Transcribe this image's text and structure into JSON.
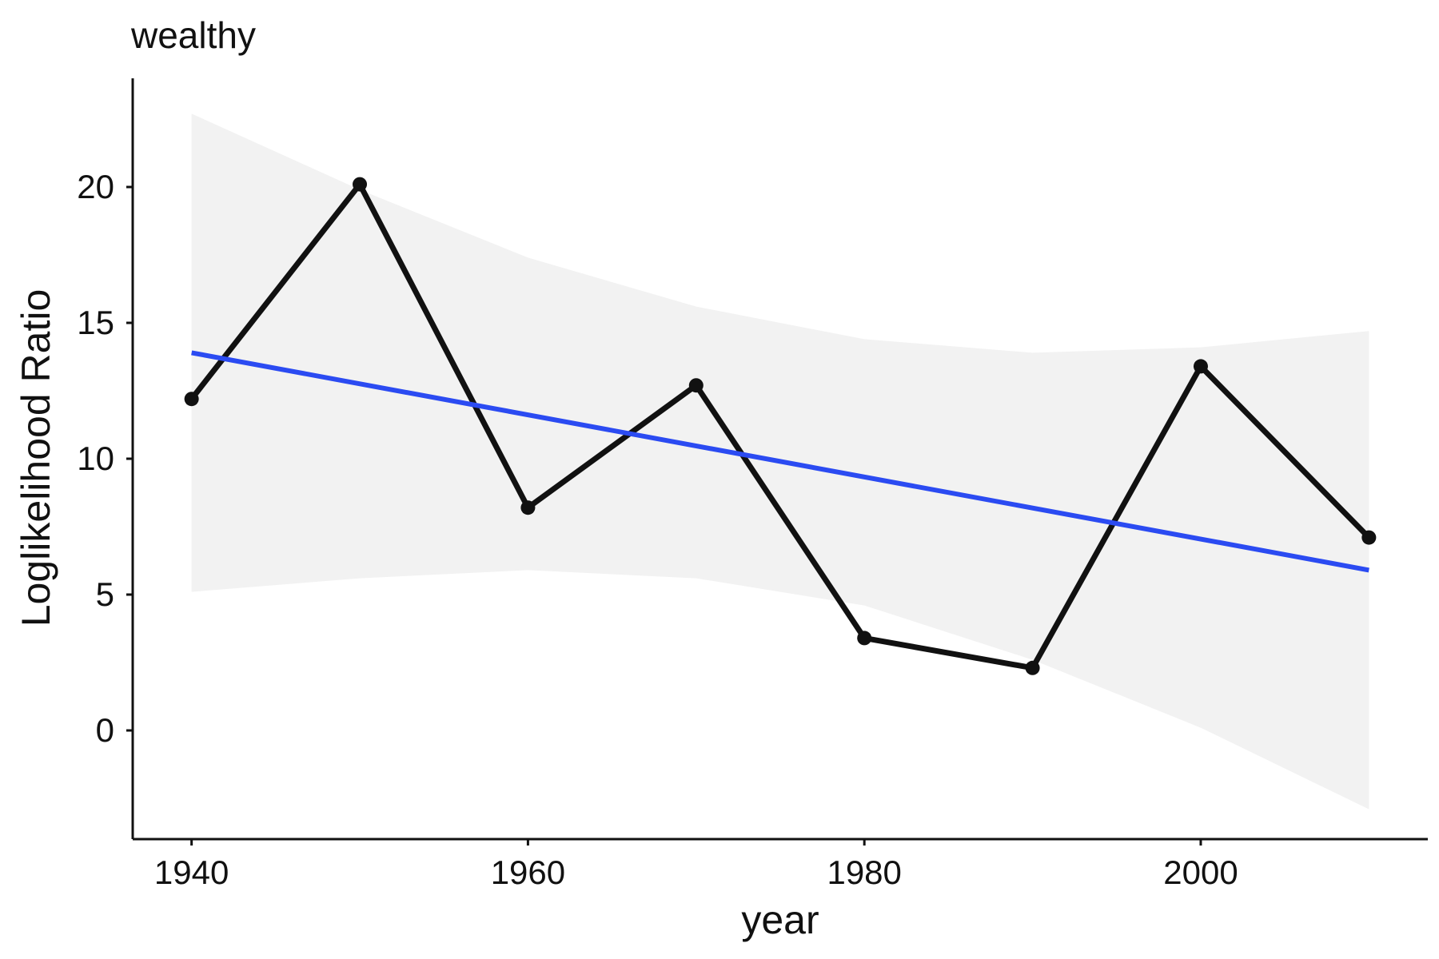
{
  "chart_data": {
    "type": "line",
    "title": "wealthy",
    "xlabel": "year",
    "ylabel": "Loglikelihood Ratio",
    "x": [
      1940,
      1950,
      1960,
      1970,
      1980,
      1990,
      2000,
      2010
    ],
    "series": [
      {
        "values": [
          12.2,
          20.1,
          8.2,
          12.7,
          3.4,
          2.3,
          13.4,
          7.1
        ],
        "color": "#111111"
      }
    ],
    "trend": {
      "method": "linear",
      "x_range": [
        1940,
        2010
      ],
      "values": [
        13.9,
        5.9
      ],
      "color": "#2B4BF2",
      "band_color": "#F2F2F2",
      "band_upper": [
        [
          1940,
          22.7
        ],
        [
          1950,
          19.9
        ],
        [
          1960,
          17.4
        ],
        [
          1970,
          15.6
        ],
        [
          1980,
          14.4
        ],
        [
          1990,
          13.9
        ],
        [
          2000,
          14.1
        ],
        [
          2010,
          14.7
        ]
      ],
      "band_lower": [
        [
          1940,
          5.1
        ],
        [
          1950,
          5.6
        ],
        [
          1960,
          5.9
        ],
        [
          1970,
          5.6
        ],
        [
          1980,
          4.6
        ],
        [
          1990,
          2.6
        ],
        [
          2000,
          0.1
        ],
        [
          2010,
          -2.9
        ]
      ]
    },
    "xlim": [
      1936.5,
      2013.5
    ],
    "ylim": [
      -4.0,
      24.0
    ],
    "xticks": [
      1940,
      1960,
      1980,
      2000
    ],
    "yticks": [
      0,
      5,
      10,
      15,
      20
    ],
    "xtick_labels": [
      "1940",
      "1960",
      "1980",
      "2000"
    ],
    "ytick_labels": [
      "0",
      "5",
      "10",
      "15",
      "20"
    ],
    "grid": false,
    "legend": "none"
  }
}
